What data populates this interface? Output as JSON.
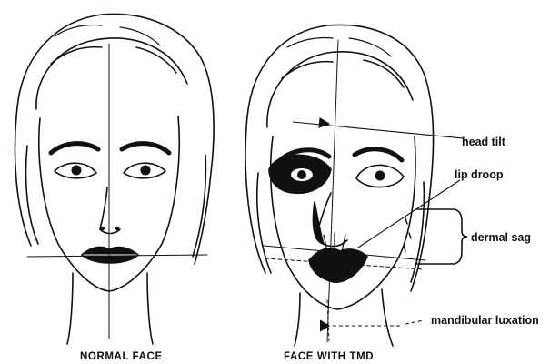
{
  "captions": {
    "left": "NORMAL FACE",
    "right": "FACE WITH TMD"
  },
  "annotations": {
    "head_tilt": "head tilt",
    "lip_droop": "lip droop",
    "dermal_sag": "dermal sag",
    "mandibular_luxation": "mandibular luxation"
  },
  "colors": {
    "ink": "#111111",
    "background": "#ffffff"
  }
}
